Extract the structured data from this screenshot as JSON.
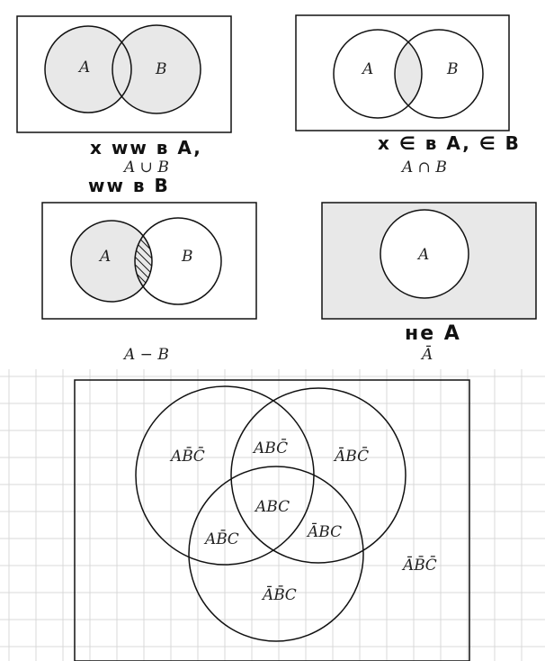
{
  "panels": {
    "union": {
      "circle_a": "A",
      "circle_b": "B",
      "caption": "A ∪ B",
      "note_line1": "x ww в A,",
      "note_line2": "ww в B"
    },
    "intersection": {
      "circle_a": "A",
      "circle_b": "B",
      "caption": "A ∩ B",
      "note": "x ∈ в A, ∈ B"
    },
    "difference": {
      "circle_a": "A",
      "circle_b": "B",
      "caption": "A − B"
    },
    "complement": {
      "circle_a": "A",
      "caption": "Ā",
      "note": "не A"
    },
    "three_set": {
      "regions": {
        "a_only": "AB̄C̄",
        "ab_not_c": "ABC̄",
        "b_only": "ĀBC̄",
        "abc": "ABC",
        "ac_not_b": "AB̄C",
        "bc_not_a": "ĀBC",
        "c_only": "ĀB̄C",
        "none": "ĀB̄C̄"
      }
    }
  },
  "colors": {
    "fill": "#e8e8e8",
    "line": "#111111",
    "grid": "#d9d9d9"
  }
}
